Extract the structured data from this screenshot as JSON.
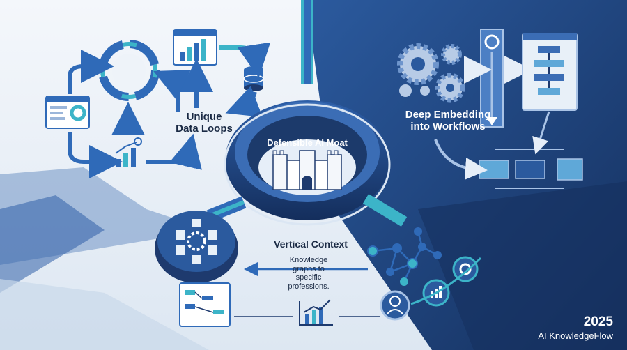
{
  "labels": {
    "unique_data_loops": "Unique\nData Loops",
    "moat": "Defensible AI Moat",
    "deep_embedding": "Deep Embedding\ninto Workflows",
    "vertical_context": "Vertical Context",
    "knowledge_graphs": "Knowledge\ngraphs to\nspecific\nprofessions."
  },
  "footer": {
    "year": "2025",
    "brand": "AI KnowledgeFlow"
  },
  "colors": {
    "navy": "#1e3a6e",
    "blue": "#2f5fa8",
    "teal": "#3cb4c8",
    "light": "#e8f0f8"
  }
}
